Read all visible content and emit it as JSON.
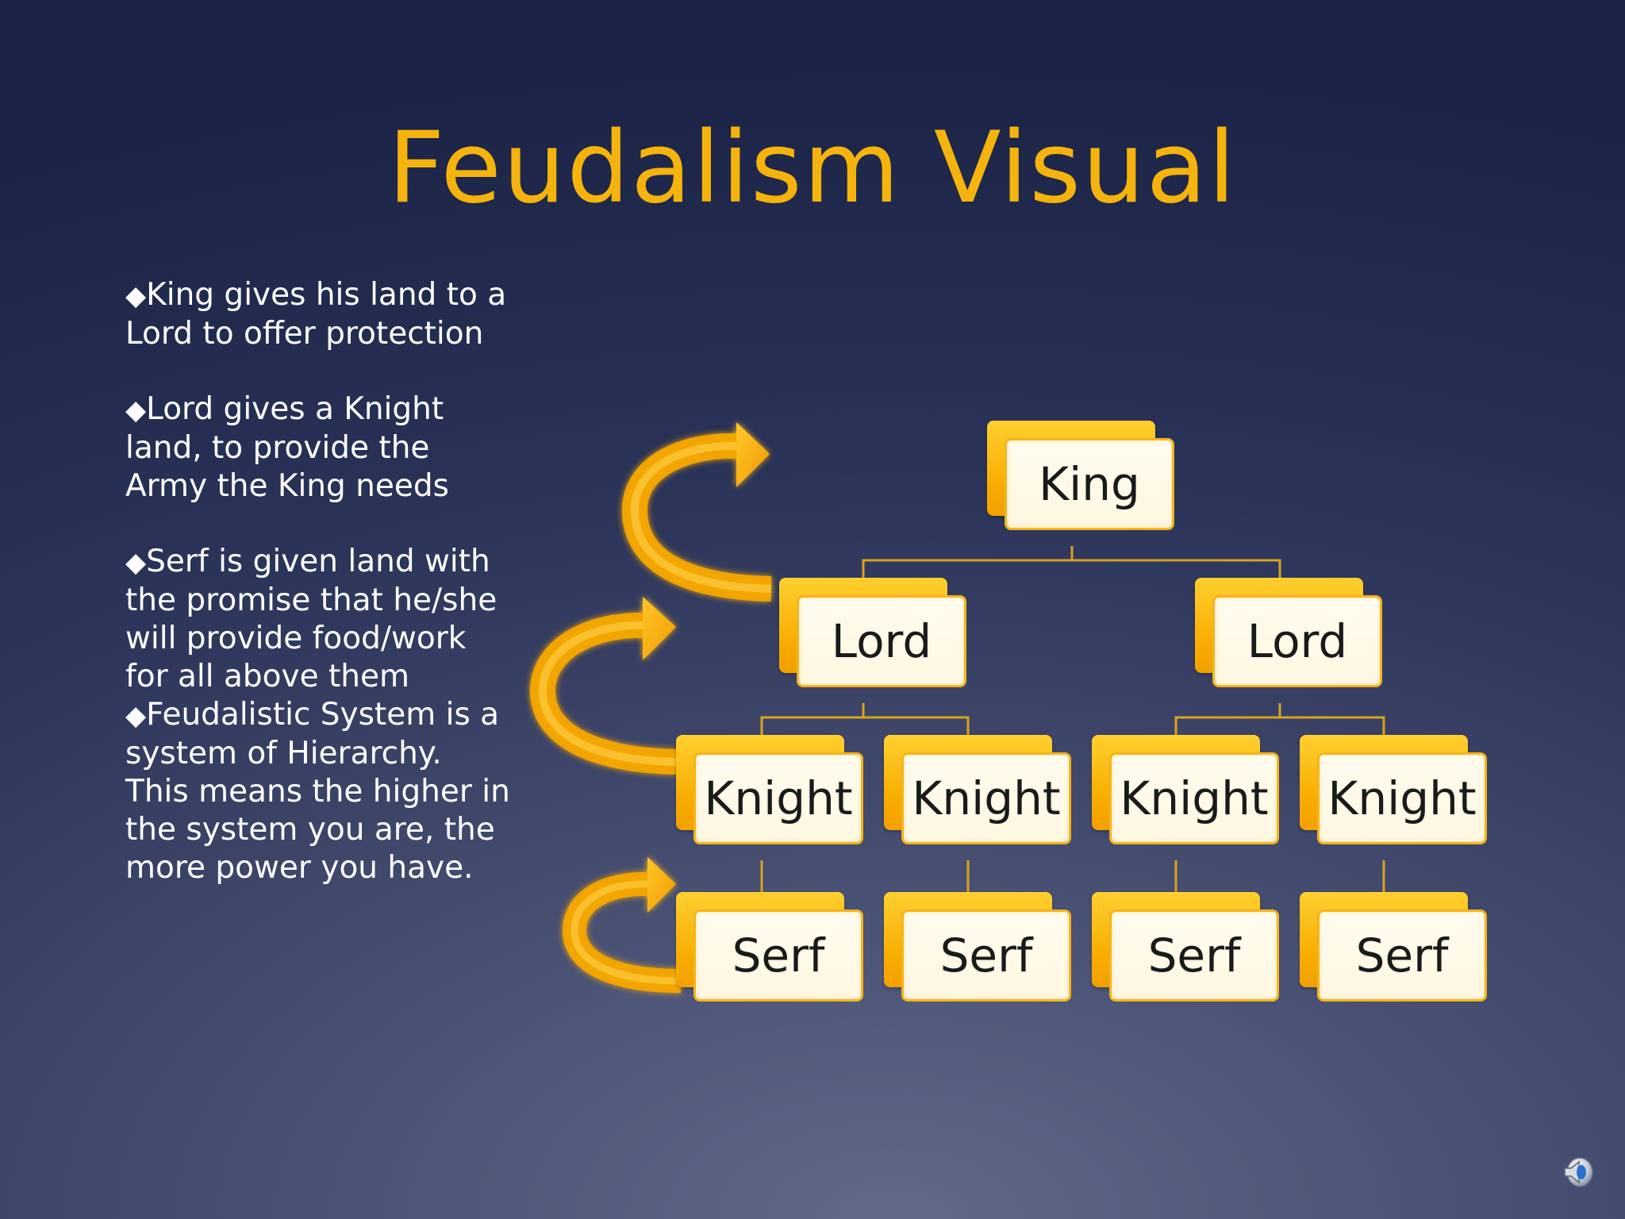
{
  "title": "Feudalism Visual",
  "bullets": [
    {
      "marker": "◆",
      "text": "King gives his land to a Lord to offer protection"
    },
    {
      "marker": "◆",
      "text": "Lord gives a Knight land, to provide the Army the King needs"
    },
    {
      "marker": "◆",
      "text": "Serf is given land with the promise that he/she will provide food/work for all above them"
    },
    {
      "marker": "◆",
      "text": "Feudalistic System is a system of Hierarchy. This means the higher in the system you are, the more power you have."
    }
  ],
  "hierarchy": {
    "king": "King",
    "lords": [
      "Lord",
      "Lord"
    ],
    "knights": [
      "Knight",
      "Knight",
      "Knight",
      "Knight"
    ],
    "serfs": [
      "Serf",
      "Serf",
      "Serf",
      "Serf"
    ]
  },
  "colors": {
    "accent": "#f5b30d",
    "node_face": "#fff8e6",
    "node_border": "#f5b41a",
    "connector": "#d9a21e",
    "text": "#ffffff"
  },
  "icons": {
    "speaker": "speaker-icon",
    "arrow": "curved-arrow-icon"
  }
}
